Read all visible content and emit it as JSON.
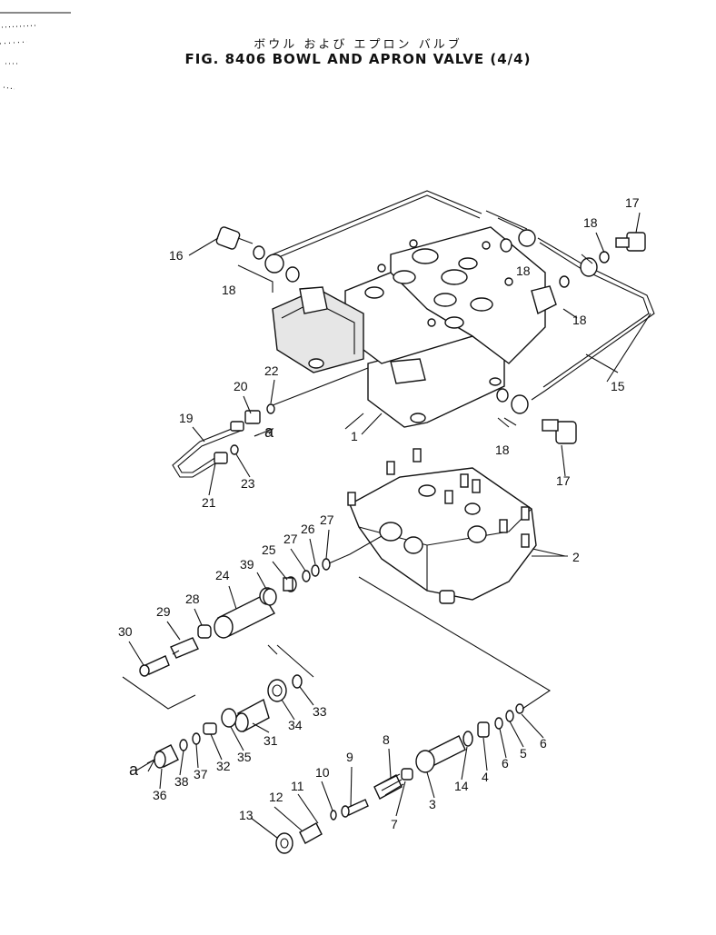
{
  "title": {
    "japanese": "ボウル および エプロン バルブ",
    "english": "FIG. 8406  BOWL AND APRON VALVE (4/4)"
  },
  "callouts": [
    {
      "id": "c1",
      "text": "1"
    },
    {
      "id": "c2",
      "text": "2"
    },
    {
      "id": "c3",
      "text": "3"
    },
    {
      "id": "c4",
      "text": "4"
    },
    {
      "id": "c5",
      "text": "5"
    },
    {
      "id": "c6a",
      "text": "6"
    },
    {
      "id": "c6b",
      "text": "6"
    },
    {
      "id": "c7",
      "text": "7"
    },
    {
      "id": "c8",
      "text": "8"
    },
    {
      "id": "c9",
      "text": "9"
    },
    {
      "id": "c10",
      "text": "10"
    },
    {
      "id": "c11",
      "text": "11"
    },
    {
      "id": "c12",
      "text": "12"
    },
    {
      "id": "c13",
      "text": "13"
    },
    {
      "id": "c14",
      "text": "14"
    },
    {
      "id": "c15",
      "text": "15"
    },
    {
      "id": "c16",
      "text": "16"
    },
    {
      "id": "c17a",
      "text": "17"
    },
    {
      "id": "c17b",
      "text": "17"
    },
    {
      "id": "c18a",
      "text": "18"
    },
    {
      "id": "c18b",
      "text": "18"
    },
    {
      "id": "c18c",
      "text": "18"
    },
    {
      "id": "c18d",
      "text": "18"
    },
    {
      "id": "c18e",
      "text": "18"
    },
    {
      "id": "c19",
      "text": "19"
    },
    {
      "id": "c20",
      "text": "20"
    },
    {
      "id": "c21",
      "text": "21"
    },
    {
      "id": "c22",
      "text": "22"
    },
    {
      "id": "c23",
      "text": "23"
    },
    {
      "id": "c24",
      "text": "24"
    },
    {
      "id": "c25",
      "text": "25"
    },
    {
      "id": "c26",
      "text": "26"
    },
    {
      "id": "c27a",
      "text": "27"
    },
    {
      "id": "c27b",
      "text": "27"
    },
    {
      "id": "c28",
      "text": "28"
    },
    {
      "id": "c29",
      "text": "29"
    },
    {
      "id": "c30",
      "text": "30"
    },
    {
      "id": "c31",
      "text": "31"
    },
    {
      "id": "c32",
      "text": "32"
    },
    {
      "id": "c33",
      "text": "33"
    },
    {
      "id": "c34",
      "text": "34"
    },
    {
      "id": "c35",
      "text": "35"
    },
    {
      "id": "c36",
      "text": "36"
    },
    {
      "id": "c37",
      "text": "37"
    },
    {
      "id": "c38",
      "text": "38"
    },
    {
      "id": "c39",
      "text": "39"
    },
    {
      "id": "ca1",
      "text": "a"
    },
    {
      "id": "ca2",
      "text": "a"
    }
  ]
}
